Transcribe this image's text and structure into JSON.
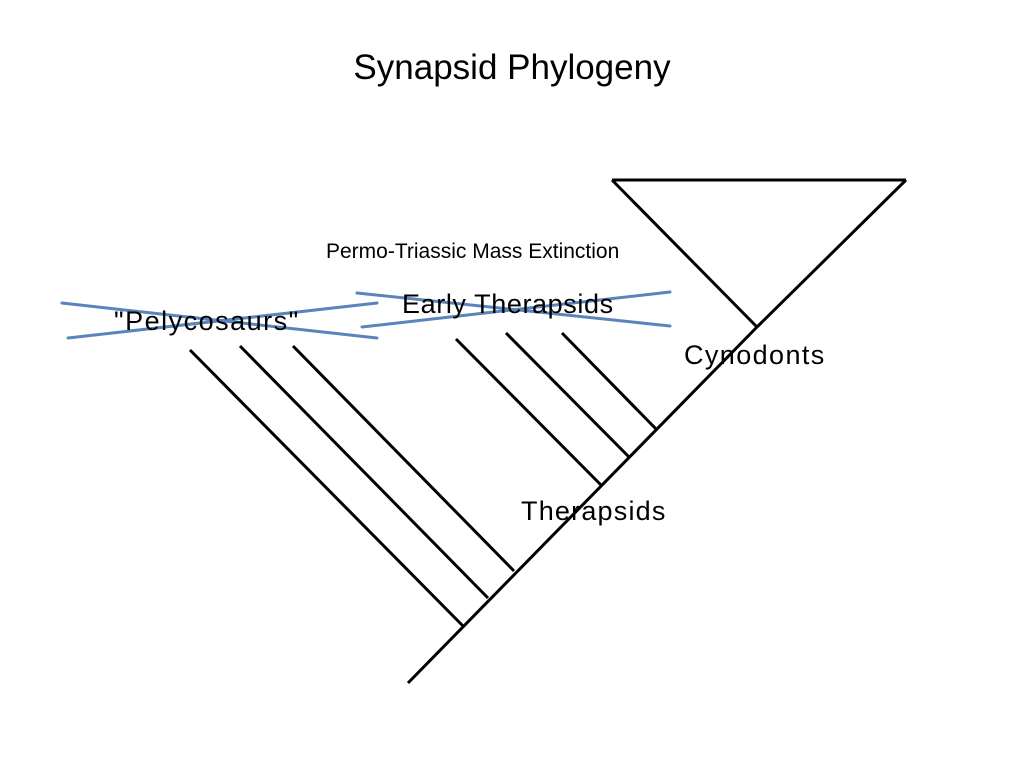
{
  "title": "Synapsid Phylogeny",
  "labels": {
    "extinction": "Permo-Triassic Mass Extinction",
    "pelycosaurs": "\"Pelycosaurs\"",
    "early_therapsids": "Early Therapsids",
    "cynodonts": "Cynodonts",
    "therapsids": "Therapsids"
  },
  "colors": {
    "branch_lines": "#000000",
    "strike_through": "#5b84bb"
  },
  "crossed_out_groups": [
    "\"Pelycosaurs\"",
    "Early Therapsids"
  ]
}
